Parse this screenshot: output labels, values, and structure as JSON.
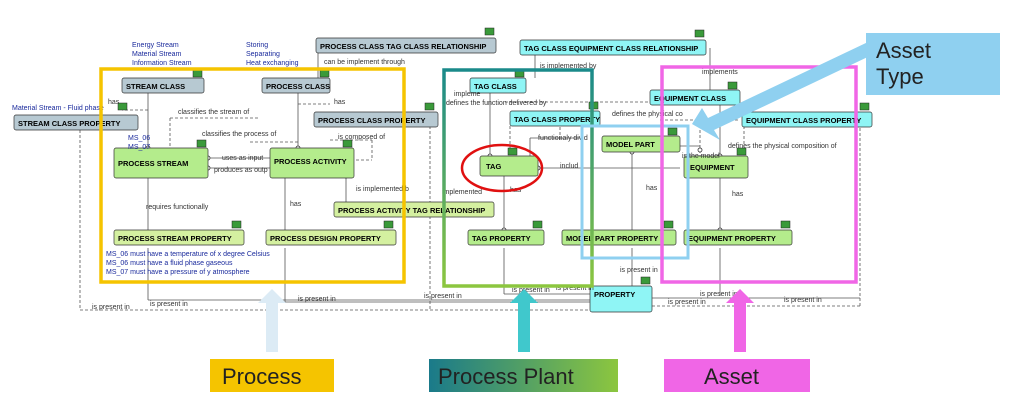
{
  "entities": {
    "stream_class": "STREAM CLASS",
    "process_class": "PROCESS CLASS",
    "pc_tc_rel": "PROCESS CLASS TAG CLASS  RELATIONSHIP",
    "tc_ec_rel": "TAG CLASS EQUIPMENT CLASS RELATIONSHIP",
    "stream_class_property": "STREAM CLASS PROPERTY",
    "process_class_property": "PROCESS CLASS PROPERTY",
    "tag_class": "TAG CLASS",
    "tag_class_property": "TAG CLASS PROPERTY",
    "equipment_class": "EQUIPMENT CLASS",
    "equipment_class_property": "EQUIPMENT CLASS PROPERTY",
    "process_stream": "PROCESS STREAM",
    "process_activity": "PROCESS  ACTIVITY",
    "tag": "TAG",
    "model_part": "MODEL PART",
    "equipment": "EQUIPMENT",
    "process_activity_tag_rel": "PROCESS ACTIVITY TAG RELATIONSHIP",
    "process_stream_property": "PROCESS STREAM PROPERTY",
    "process_design_property": "PROCESS DESIGN PROPERTY",
    "tag_property": "TAG PROPERTY",
    "model_part_property": "MODEL PART PROPERTY",
    "equipment_property": "EQUIPMENT PROPERTY",
    "property": "PROPERTY"
  },
  "notes": {
    "stream_types": [
      "Energy Stream",
      "Material Stream",
      "Information Stream"
    ],
    "process_types": [
      "Storing",
      "Separating",
      "Heat exchanging"
    ],
    "material_stream": "Material Stream - Fluid phase",
    "ms_codes": [
      "MS_06",
      "MS_07"
    ],
    "constraints": [
      "MS_06 must have a temperature of x degree Celsius",
      "MS_06 must have a fluid phase gaseous",
      "MS_07 must have a pressure of y atmosphere"
    ]
  },
  "labels": {
    "has": "has",
    "classifies_stream": "classifies the stream of",
    "classifies_process": "classifies the process of",
    "can_be_implemented": "can be implement through",
    "is_implemented_by": "is implemented by",
    "is_composed_of": "is composed of",
    "uses_as_input": "uses as input",
    "produces_as_output": "produces as outp",
    "requires_functionally": "requires functionally",
    "is_implemented_b": "is implemented b",
    "implemented": "implemented",
    "defines_function": "defines the function delivered by",
    "functionally_divided": "functionaly divid",
    "includes": "includ",
    "implements": "implements",
    "defines_physical_co": "defines the physical co",
    "defines_physical_composition": "defines the physical composition of",
    "is_the_model": "is the model",
    "is_present_in": "is present in",
    "implem": "impleme"
  },
  "callouts": {
    "asset_type": [
      "Asset",
      "Type"
    ],
    "process": "Process",
    "process_plant": "Process Plant",
    "asset": "Asset"
  },
  "colors": {
    "process": "#f5c400",
    "process_plant_start": "#1a7a8a",
    "process_plant_end": "#8cc63f",
    "asset": "#f066e6",
    "asset_type": "#8fd0f0",
    "tag_highlight": "#e01010",
    "entity_grey": "#b7c9d2",
    "entity_cyan": "#8ff5f5",
    "entity_green": "#b4ec8c",
    "entity_lime": "#d4f0a0",
    "entity_propgreen": "#c6f0a6",
    "callout_process_bg": "#f5c400",
    "callout_asset_bg": "#f066e6",
    "callout_asset_type_bg": "#8fd0f0"
  }
}
